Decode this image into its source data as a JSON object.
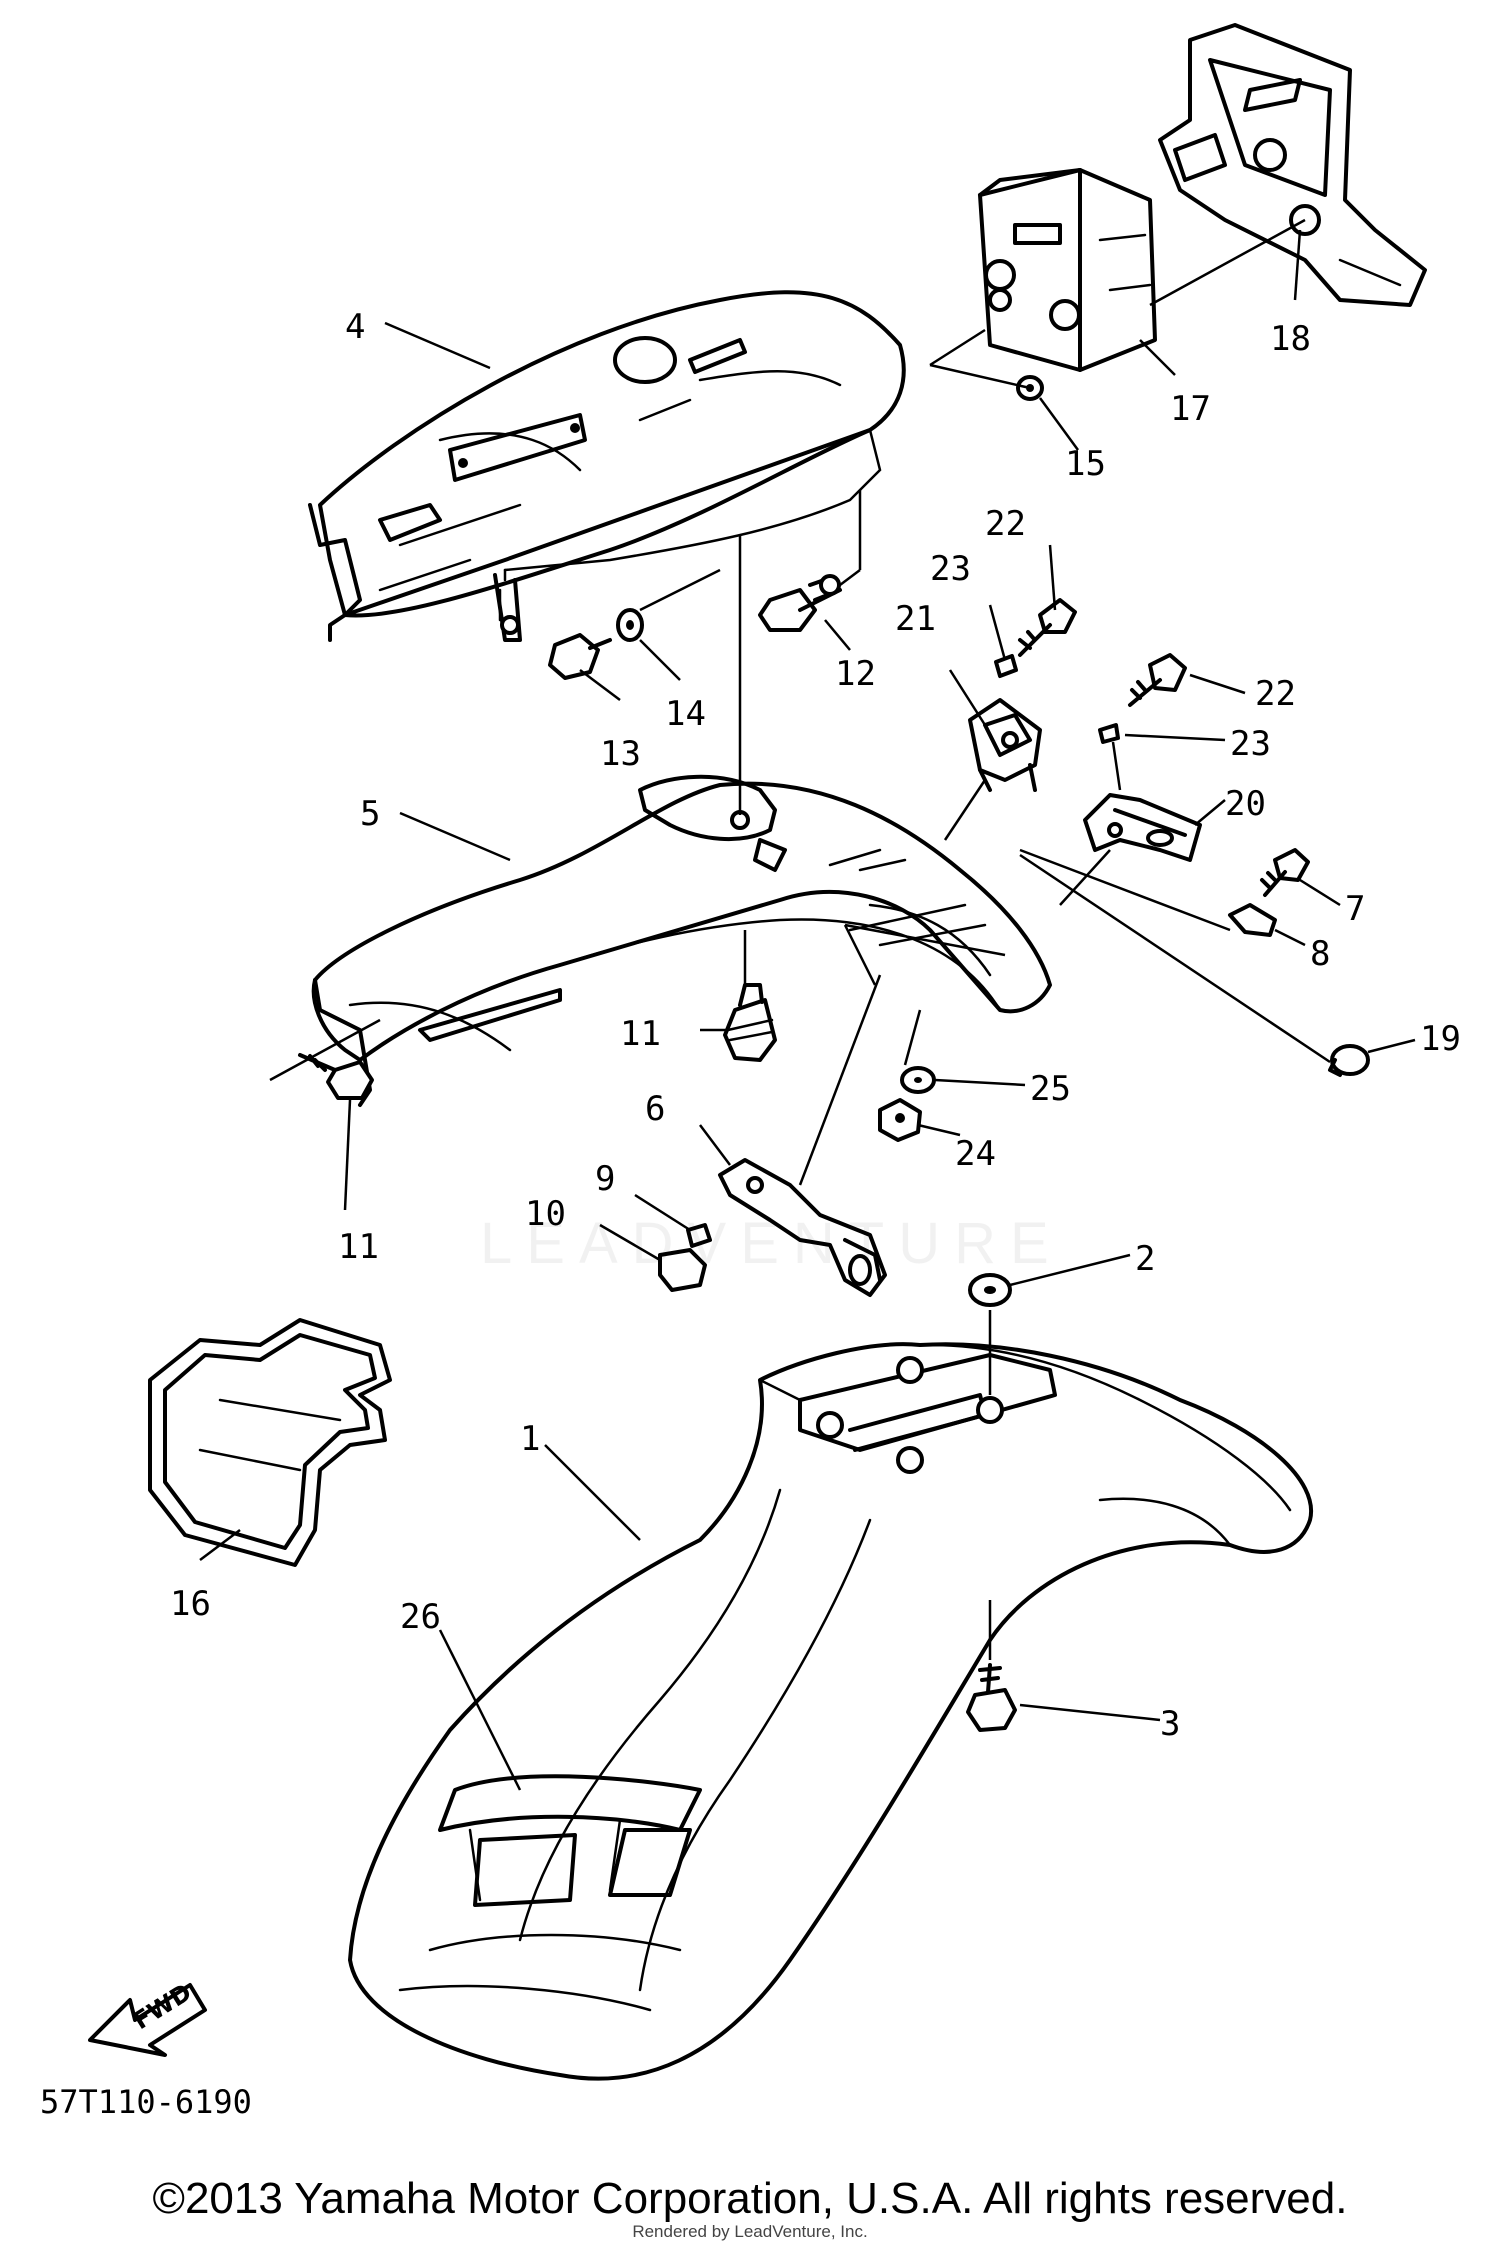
{
  "drawing_code": "57T110-6190",
  "copyright": "©2013 Yamaha Motor Corporation, U.S.A. All rights reserved.",
  "rendered_by": "Rendered by LeadVenture, Inc.",
  "watermark": "LEADVENTURE",
  "fwd_label": "FWD",
  "callouts": {
    "c1": "1",
    "c2": "2",
    "c3": "3",
    "c4": "4",
    "c5": "5",
    "c6": "6",
    "c7": "7",
    "c8": "8",
    "c9": "9",
    "c10": "10",
    "c11a": "11",
    "c11b": "11",
    "c12": "12",
    "c13": "13",
    "c14": "14",
    "c15": "15",
    "c16": "16",
    "c17": "17",
    "c18": "18",
    "c19": "19",
    "c20": "20",
    "c21": "21",
    "c22a": "22",
    "c22b": "22",
    "c23a": "23",
    "c23b": "23",
    "c24": "24",
    "c25": "25",
    "c26": "26"
  }
}
